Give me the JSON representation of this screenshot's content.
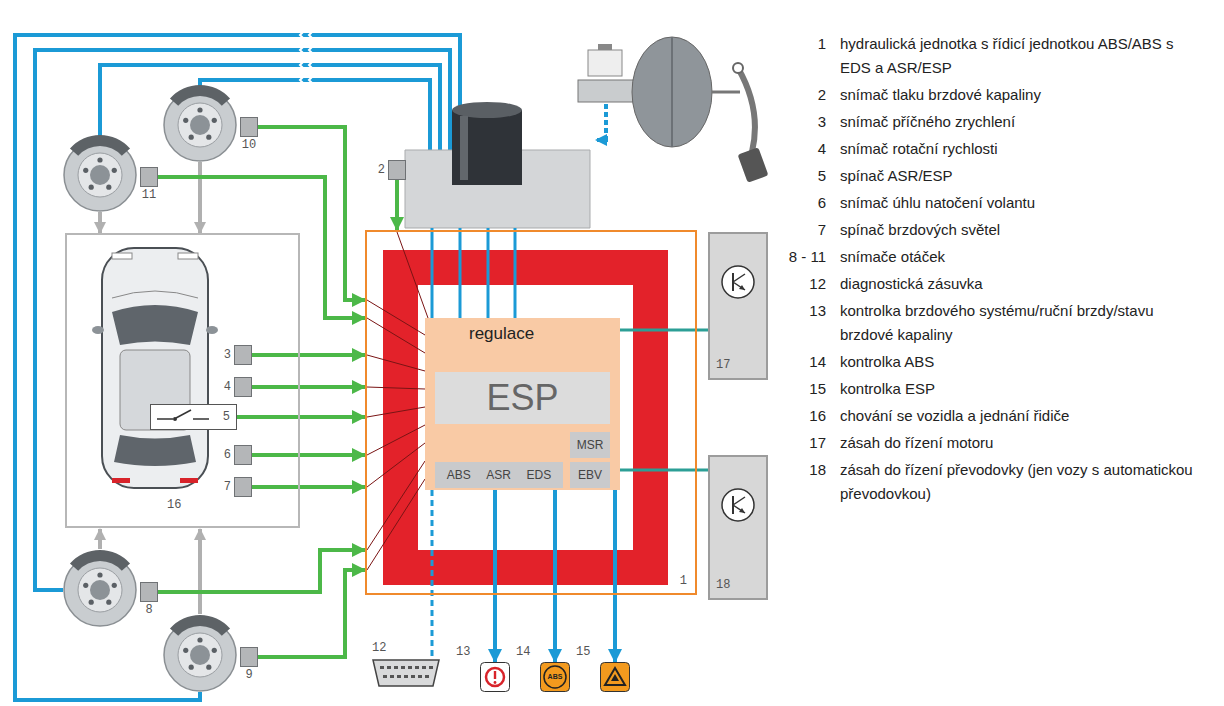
{
  "diagram": {
    "nodes": [
      {
        "text": [
          "1"
        ]
      },
      {
        "text": [
          "regulace"
        ],
        "in": 0
      },
      {
        "text": [
          "ESP"
        ],
        "in": 1
      },
      {
        "text": [
          "MSR"
        ],
        "in": 1
      },
      {
        "text": [
          "ABS",
          "ASR",
          "EDS"
        ],
        "in": 1
      },
      {
        "text": [
          "EBV"
        ],
        "in": 1
      },
      {
        "text": [
          "2"
        ]
      },
      {
        "text": [
          "10"
        ]
      },
      {
        "text": [
          "11"
        ]
      },
      {
        "text": [
          "16"
        ]
      },
      {
        "text": [
          "3"
        ],
        "in": 9
      },
      {
        "text": [
          "4"
        ],
        "in": 9
      },
      {
        "text": [
          "5"
        ],
        "in": 9
      },
      {
        "text": [
          "6"
        ],
        "in": 9
      },
      {
        "text": [
          "7"
        ],
        "in": 9
      },
      {
        "text": [
          "17"
        ]
      },
      {
        "text": [
          "18"
        ]
      },
      {
        "text": [
          "8"
        ]
      },
      {
        "text": [
          "9"
        ]
      },
      {
        "text": [
          "12"
        ]
      },
      {
        "text": [
          "13"
        ]
      },
      {
        "text": [
          "14",
          "ABS"
        ]
      },
      {
        "text": [
          "15"
        ]
      }
    ],
    "edges": [
      {
        "from": 6,
        "to": 0,
        "arrow": "to"
      },
      {
        "from": 7,
        "to": 0,
        "arrow": "to"
      },
      {
        "from": 8,
        "to": 0,
        "arrow": "to"
      },
      {
        "from": 10,
        "to": 0,
        "arrow": "to"
      },
      {
        "from": 11,
        "to": 0,
        "arrow": "to"
      },
      {
        "from": 12,
        "to": 0,
        "arrow": "to"
      },
      {
        "from": 13,
        "to": 0,
        "arrow": "to"
      },
      {
        "from": 14,
        "to": 0,
        "arrow": "to"
      },
      {
        "from": 17,
        "to": 0,
        "arrow": "to"
      },
      {
        "from": 18,
        "to": 0,
        "arrow": "to"
      },
      {
        "from": 1,
        "to": 15,
        "arrow": "none"
      },
      {
        "from": 1,
        "to": 16,
        "arrow": "none"
      },
      {
        "from": 1,
        "to": 19,
        "arrow": "none"
      },
      {
        "from": 1,
        "to": 20,
        "arrow": "to"
      },
      {
        "from": 1,
        "to": 21,
        "arrow": "to"
      },
      {
        "from": 1,
        "to": 22,
        "arrow": "to"
      }
    ],
    "labels": [
      "1",
      "hydraulická jednotka s řídicí jednotkou ABS/ABS s EDS a ASR/ESP",
      "2",
      "snímač tlaku brzdové kapaliny",
      "3",
      "snímač příčného zrychlení",
      "4",
      "snímač rotační rychlosti",
      "5",
      "spínač ASR/ESP",
      "6",
      "snímač úhlu natočení volantu",
      "7",
      "spínač brzdových světel",
      "8 - 11",
      "snímače otáček",
      "12",
      "diagnostická zásuvka",
      "13",
      "kontrolka brzdového systému/ruční brzdy/stavu brzdové kapaliny",
      "14",
      "kontrolka ABS",
      "15",
      "kontrolka ESP",
      "16",
      "chování se vozidla a jednání řidiče",
      "17",
      "zásah do řízení motoru",
      "18",
      "zásah do řízení převodovky (jen vozy s automatickou převodovkou)"
    ]
  }
}
